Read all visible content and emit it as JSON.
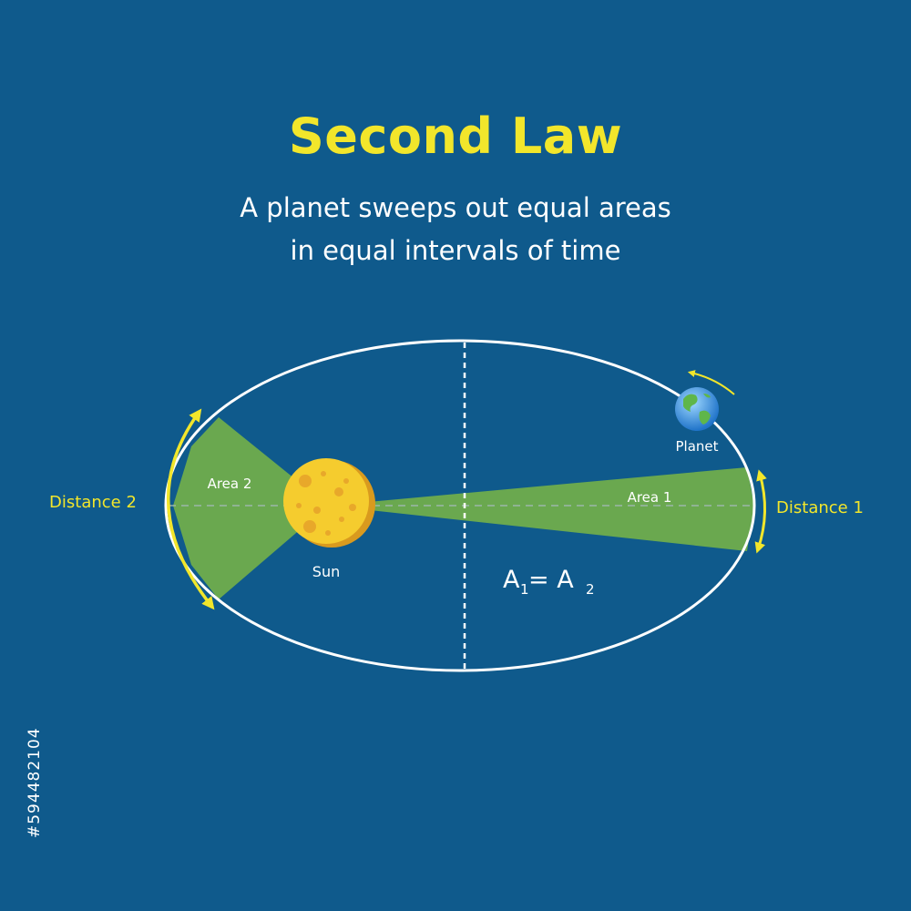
{
  "title": "Second Law",
  "subtitle": {
    "line1": "A planet sweeps out equal areas",
    "line2": "in equal intervals of time"
  },
  "labels": {
    "area_1": "Area 1",
    "area_2": "Area 2",
    "distance_1": "Distance 1",
    "distance_2": "Distance 2",
    "sun": "Sun",
    "planet": "Planet"
  },
  "equation": {
    "a1": "A",
    "sub1": "1",
    "eq": "= A",
    "sub2": "2"
  },
  "stock_id": "#594482104",
  "colors": {
    "background": "#0f5a8c",
    "title": "#f2e62b",
    "text": "#ffffff",
    "area_fill": "#6aa84f",
    "sun": "#f5cc2e",
    "arrow": "#f2e62b"
  }
}
